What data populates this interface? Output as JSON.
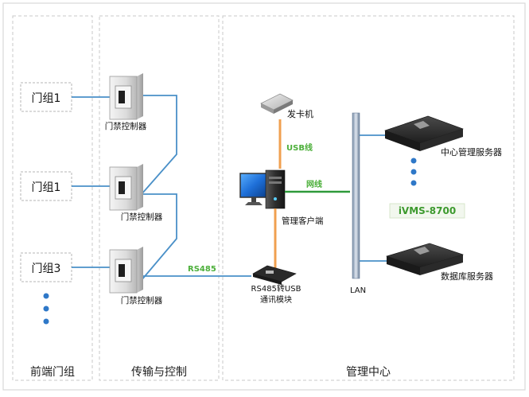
{
  "zones": {
    "front": "前端门组",
    "transmission": "传输与控制",
    "management": "管理中心"
  },
  "door_groups": [
    "门组1",
    "门组1",
    "门组3"
  ],
  "controllers": [
    "门禁控制器",
    "门禁控制器",
    "门禁控制器"
  ],
  "links": {
    "rs485": "RS485",
    "usb": "USB线",
    "network": "网线"
  },
  "devices": {
    "card_issuer": "发卡机",
    "client": "管理客户端",
    "module_line1": "RS485转USB",
    "module_line2": "通讯模块",
    "lan": "LAN",
    "central_server": "中心管理服务器",
    "db_server": "数据库服务器",
    "product": "iVMS-8700"
  },
  "colors": {
    "zone_border": "#c8c8c8",
    "rs485_line": "#4a90c8",
    "usb_line": "#f0a050",
    "network_line": "#2e9a3a",
    "accent_text": "#4caf3a",
    "product_badge": "#3d9a2e"
  }
}
